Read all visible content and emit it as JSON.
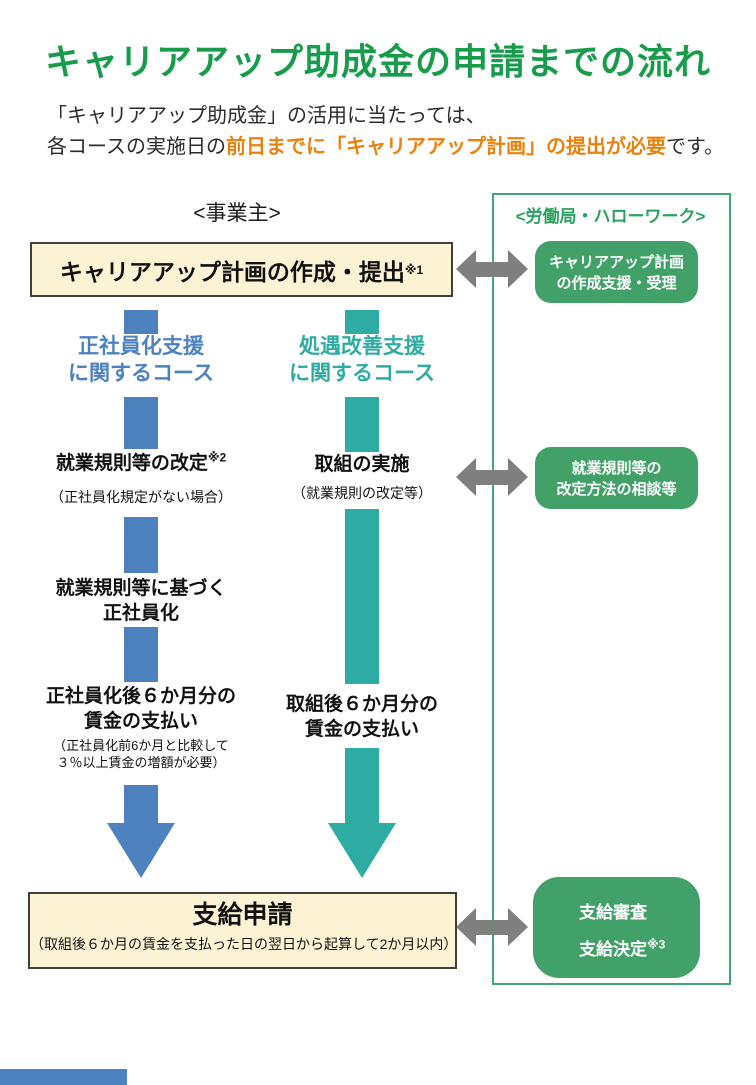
{
  "colors": {
    "title_green": "#189C4C",
    "header_green": "#2BA061",
    "pill_green": "#41A169",
    "region_border_green": "#3FA771",
    "flow_blue": "#4E82BF",
    "flow_teal": "#2EACA3",
    "highlight_orange": "#E8820C",
    "arrow_gray": "#7F7F7F",
    "box_cream": "#FCF3D4"
  },
  "page": {
    "title": "キャリアアップ助成金の申請までの流れ",
    "intro_line1": "「キャリアアップ助成金」の活用に当たっては、",
    "intro_line2_prefix": "各コースの実施日の",
    "intro_line2_highlight": "前日までに「キャリアアップ計画」の提出が必要",
    "intro_line2_suffix": "です。"
  },
  "headers": {
    "employer": "<事業主>",
    "bureau": "<労働局・ハローワーク>"
  },
  "plan_box": {
    "label": "キャリアアップ計画の作成・提出",
    "ref": "※1"
  },
  "left_flow": {
    "course_line1": "正社員化支援",
    "course_line2": "に関するコース",
    "step1_title": "就業規則等の改定",
    "step1_ref": "※2",
    "step1_note": "（正社員化規定がない場合）",
    "step2_line1": "就業規則等に基づく",
    "step2_line2": "正社員化",
    "step3_line1": "正社員化後６か月分の",
    "step3_line2": "賃金の支払い",
    "step3_note_line1": "（正社員化前6か月と比較して",
    "step3_note_line2": "３％以上賃金の増額が必要）"
  },
  "right_flow": {
    "course_line1": "処遇改善支援",
    "course_line2": "に関するコース",
    "step1_title": "取組の実施",
    "step1_note": "（就業規則の改定等）",
    "step2_line1": "取組後６か月分の",
    "step2_line2": "賃金の支払い"
  },
  "bureau_flow": {
    "pill1_line1": "キャリアアップ計画",
    "pill1_line2": "の作成支援・受理",
    "pill2_line1": "就業規則等の",
    "pill2_line2": "改定方法の相談等",
    "pill3_line1": "支給審査",
    "pill3_line2": "支給決定",
    "pill3_ref": "※3"
  },
  "apply_box": {
    "title": "支給申請",
    "note": "（取組後６か月の賃金を支払った日の翌日から起算して2か月以内）"
  }
}
